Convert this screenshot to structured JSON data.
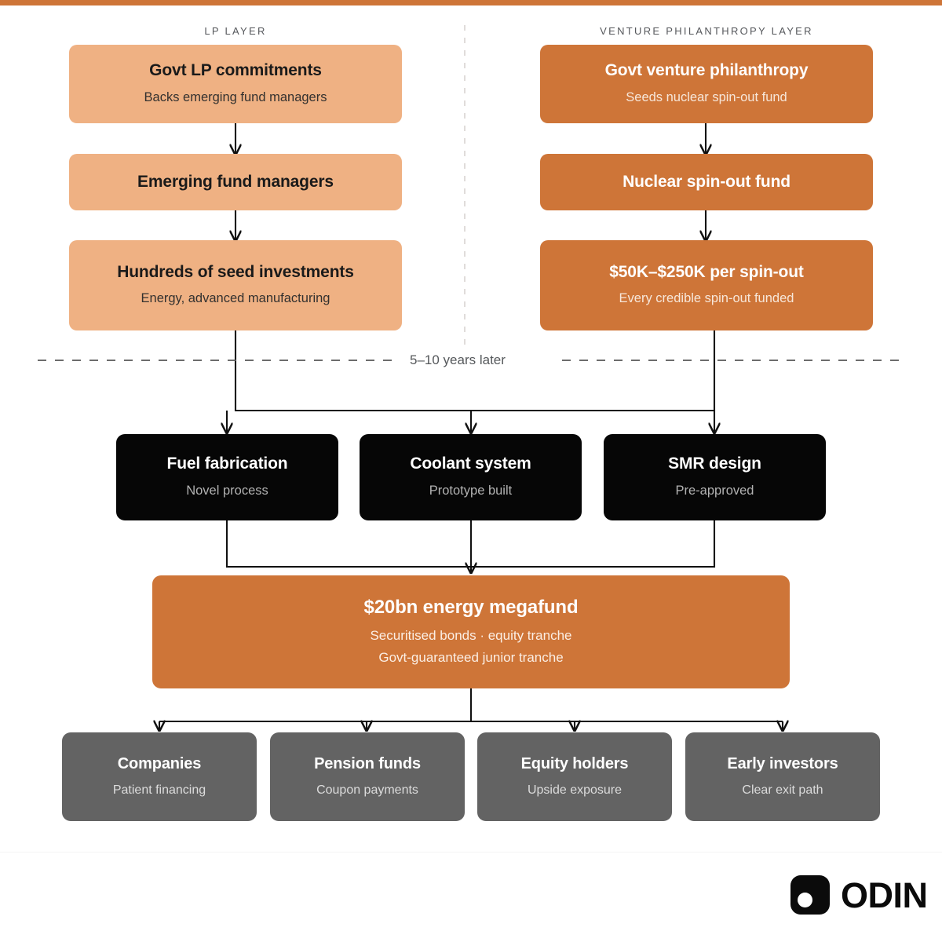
{
  "theme": {
    "accent_orange": "#CE7538",
    "light_orange": "#EFB183",
    "black": "#060606",
    "gray": "#636363",
    "header_gray": "#56585c"
  },
  "columns": [
    {
      "id": "lp",
      "header": "LP LAYER"
    },
    {
      "id": "vp",
      "header": "VENTURE PHILANTHROPY LAYER"
    }
  ],
  "lp_layer": {
    "header": "LP LAYER",
    "nodes": [
      {
        "title": "Govt LP commitments",
        "sub": "Backs emerging fund managers"
      },
      {
        "title": "Emerging fund managers",
        "sub": ""
      },
      {
        "title": "Hundreds of seed investments",
        "sub": "Energy, advanced manufacturing"
      }
    ]
  },
  "vp_layer": {
    "header": "VENTURE PHILANTHROPY LAYER",
    "nodes": [
      {
        "title": "Govt venture philanthropy",
        "sub": "Seeds nuclear spin-out fund"
      },
      {
        "title": "Nuclear spin-out fund",
        "sub": ""
      },
      {
        "title": "$50K–$250K per spin-out",
        "sub": "Every credible spin-out funded"
      }
    ]
  },
  "timeline": {
    "label": "5–10 years later"
  },
  "tech_layer": {
    "nodes": [
      {
        "title": "Fuel fabrication",
        "sub": "Novel process"
      },
      {
        "title": "Coolant system",
        "sub": "Prototype built"
      },
      {
        "title": "SMR design",
        "sub": "Pre-approved"
      }
    ]
  },
  "megafund": {
    "title": "$20bn energy megafund",
    "sub1": "Securitised bonds · equity tranche",
    "sub2": "Govt-guaranteed junior tranche"
  },
  "outcomes": {
    "nodes": [
      {
        "title": "Companies",
        "sub": "Patient financing"
      },
      {
        "title": "Pension funds",
        "sub": "Coupon payments"
      },
      {
        "title": "Equity holders",
        "sub": "Upside exposure"
      },
      {
        "title": "Early investors",
        "sub": "Clear exit path"
      }
    ]
  },
  "branding": {
    "wordmark": "ODIN"
  }
}
